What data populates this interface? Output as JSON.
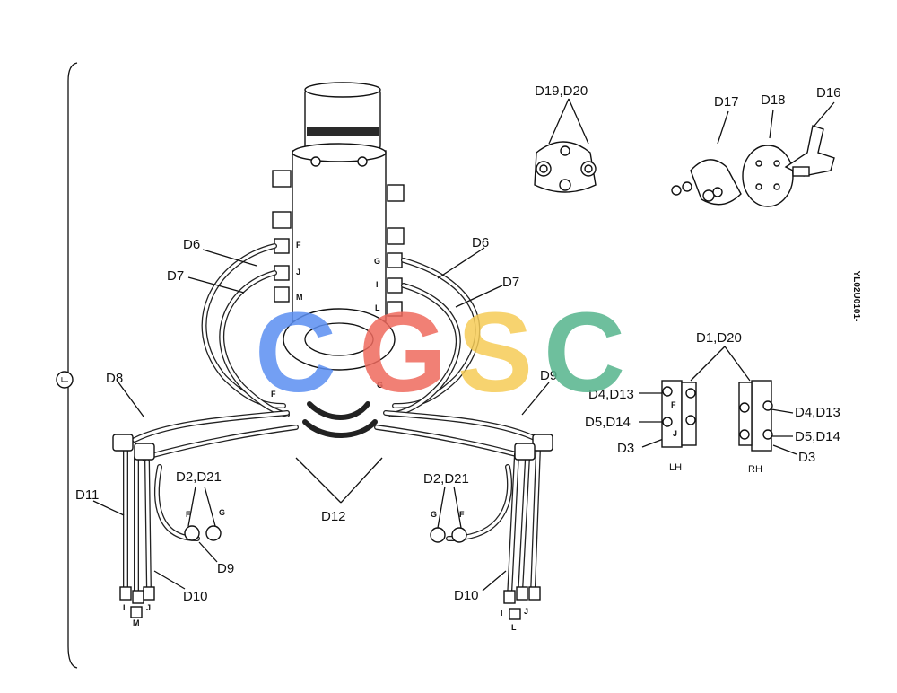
{
  "side_marker": "F",
  "vertical_code": "YL02U0101-",
  "watermark": {
    "letters": [
      "C",
      "G",
      "S",
      "C"
    ],
    "colors": [
      "#5b8ff2",
      "#ef6a5e",
      "#f6cc57",
      "#55b48c"
    ]
  },
  "callouts": {
    "d6_left": "D6",
    "d7_left": "D7",
    "d6_right": "D6",
    "d7_right": "D7",
    "d8": "D8",
    "d9_right": "D9",
    "d9_left": "D9",
    "d11": "D11",
    "d2d21_left": "D2,D21",
    "d2d21_right": "D2,D21",
    "d10_left": "D10",
    "d10_right": "D10",
    "d12": "D12",
    "d19d20": "D19,D20",
    "d17": "D17",
    "d18": "D18",
    "d16": "D16",
    "d1d20": "D1,D20",
    "d4d13_lh": "D4,D13",
    "d5d14_lh": "D5,D14",
    "d3_lh": "D3",
    "d4d13_rh": "D4,D13",
    "d5d14_rh": "D5,D14",
    "d3_rh": "D3",
    "lh": "LH",
    "rh": "RH"
  },
  "port_letters": {
    "f_left": "F",
    "j_left": "J",
    "m_left": "M",
    "g_right": "G",
    "i_right": "I",
    "l_right": "L",
    "f_lower_left": "F",
    "g_lower_right": "G",
    "f_fit_left": "F",
    "g_fit_left": "G",
    "g_fit_right": "G",
    "f_fit_right": "F",
    "i_bl": "I",
    "j_bl": "J",
    "m_bl": "M",
    "i_br": "I",
    "j_br": "J",
    "l_br": "L",
    "f_lh": "F",
    "j_lh": "J"
  }
}
